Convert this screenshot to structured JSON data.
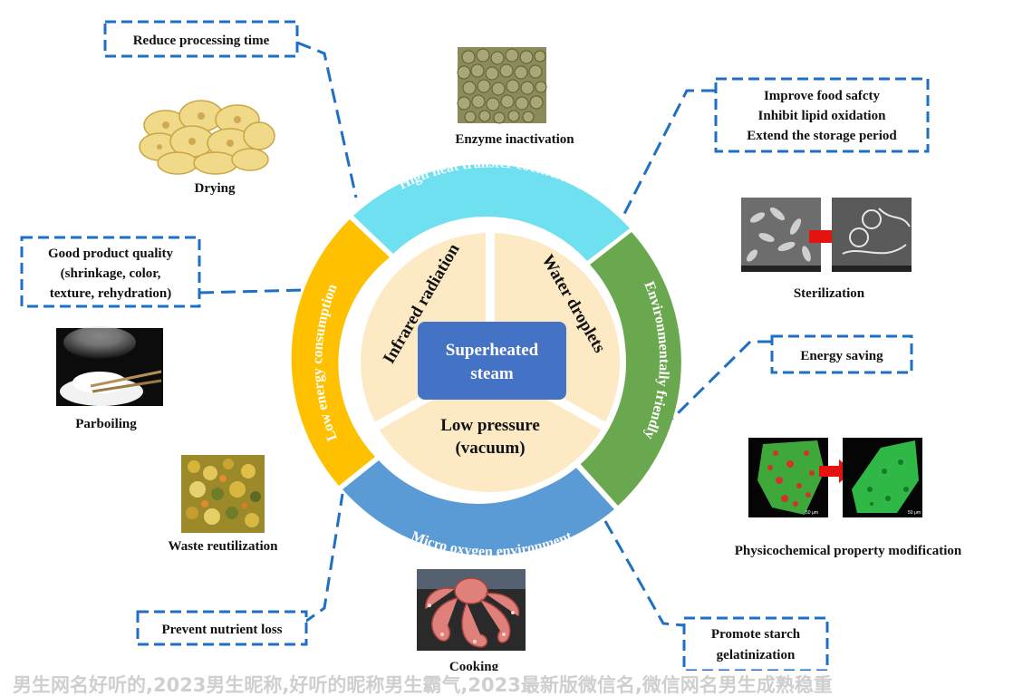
{
  "center": {
    "core": [
      "Superheated",
      "steam"
    ],
    "sector_top_left": "Infrared radiation",
    "sector_top_right": "Water droplets",
    "sector_bottom": [
      "Low pressure",
      "(vacuum)"
    ]
  },
  "ring": {
    "top": "High heat transfer coefficients",
    "right": "Environmentally friendly",
    "bottom": "Micro oxygen environment",
    "left": "Low energy consumption"
  },
  "applications": {
    "enzyme": "Enzyme inactivation",
    "drying": "Drying",
    "sterilization": "Sterilization",
    "parboiling": "Parboiling",
    "waste": "Waste reutilization",
    "physicochemical": "Physicochemical property modification",
    "cooking": "Cooking"
  },
  "benefits": {
    "reduce_time": "Reduce processing time",
    "food_safety": [
      "Improve food safcty",
      "Inhibit lipid oxidation",
      "Extend the storage period"
    ],
    "quality": [
      "Good product quality",
      "(shrinkage, color,",
      "texture, rehydration)"
    ],
    "energy_saving": "Energy saving",
    "nutrient": "Prevent nutrient loss",
    "starch": [
      "Promote starch",
      "gelatinization"
    ]
  },
  "image_labels": {
    "scale_bar": "50 μm"
  },
  "colors": {
    "ring_top": "#6ee0ef",
    "ring_right": "#6aa84f",
    "ring_bottom": "#5b9bd5",
    "ring_left": "#ffc000",
    "inner": "#fde9c4",
    "core": "#4472c4",
    "callout": "#1f6fc4"
  },
  "footer": "男生网名好听的,2023男生昵称,好听的昵称男生霸气,2023最新版微信名,微信网名男生成熟稳重"
}
